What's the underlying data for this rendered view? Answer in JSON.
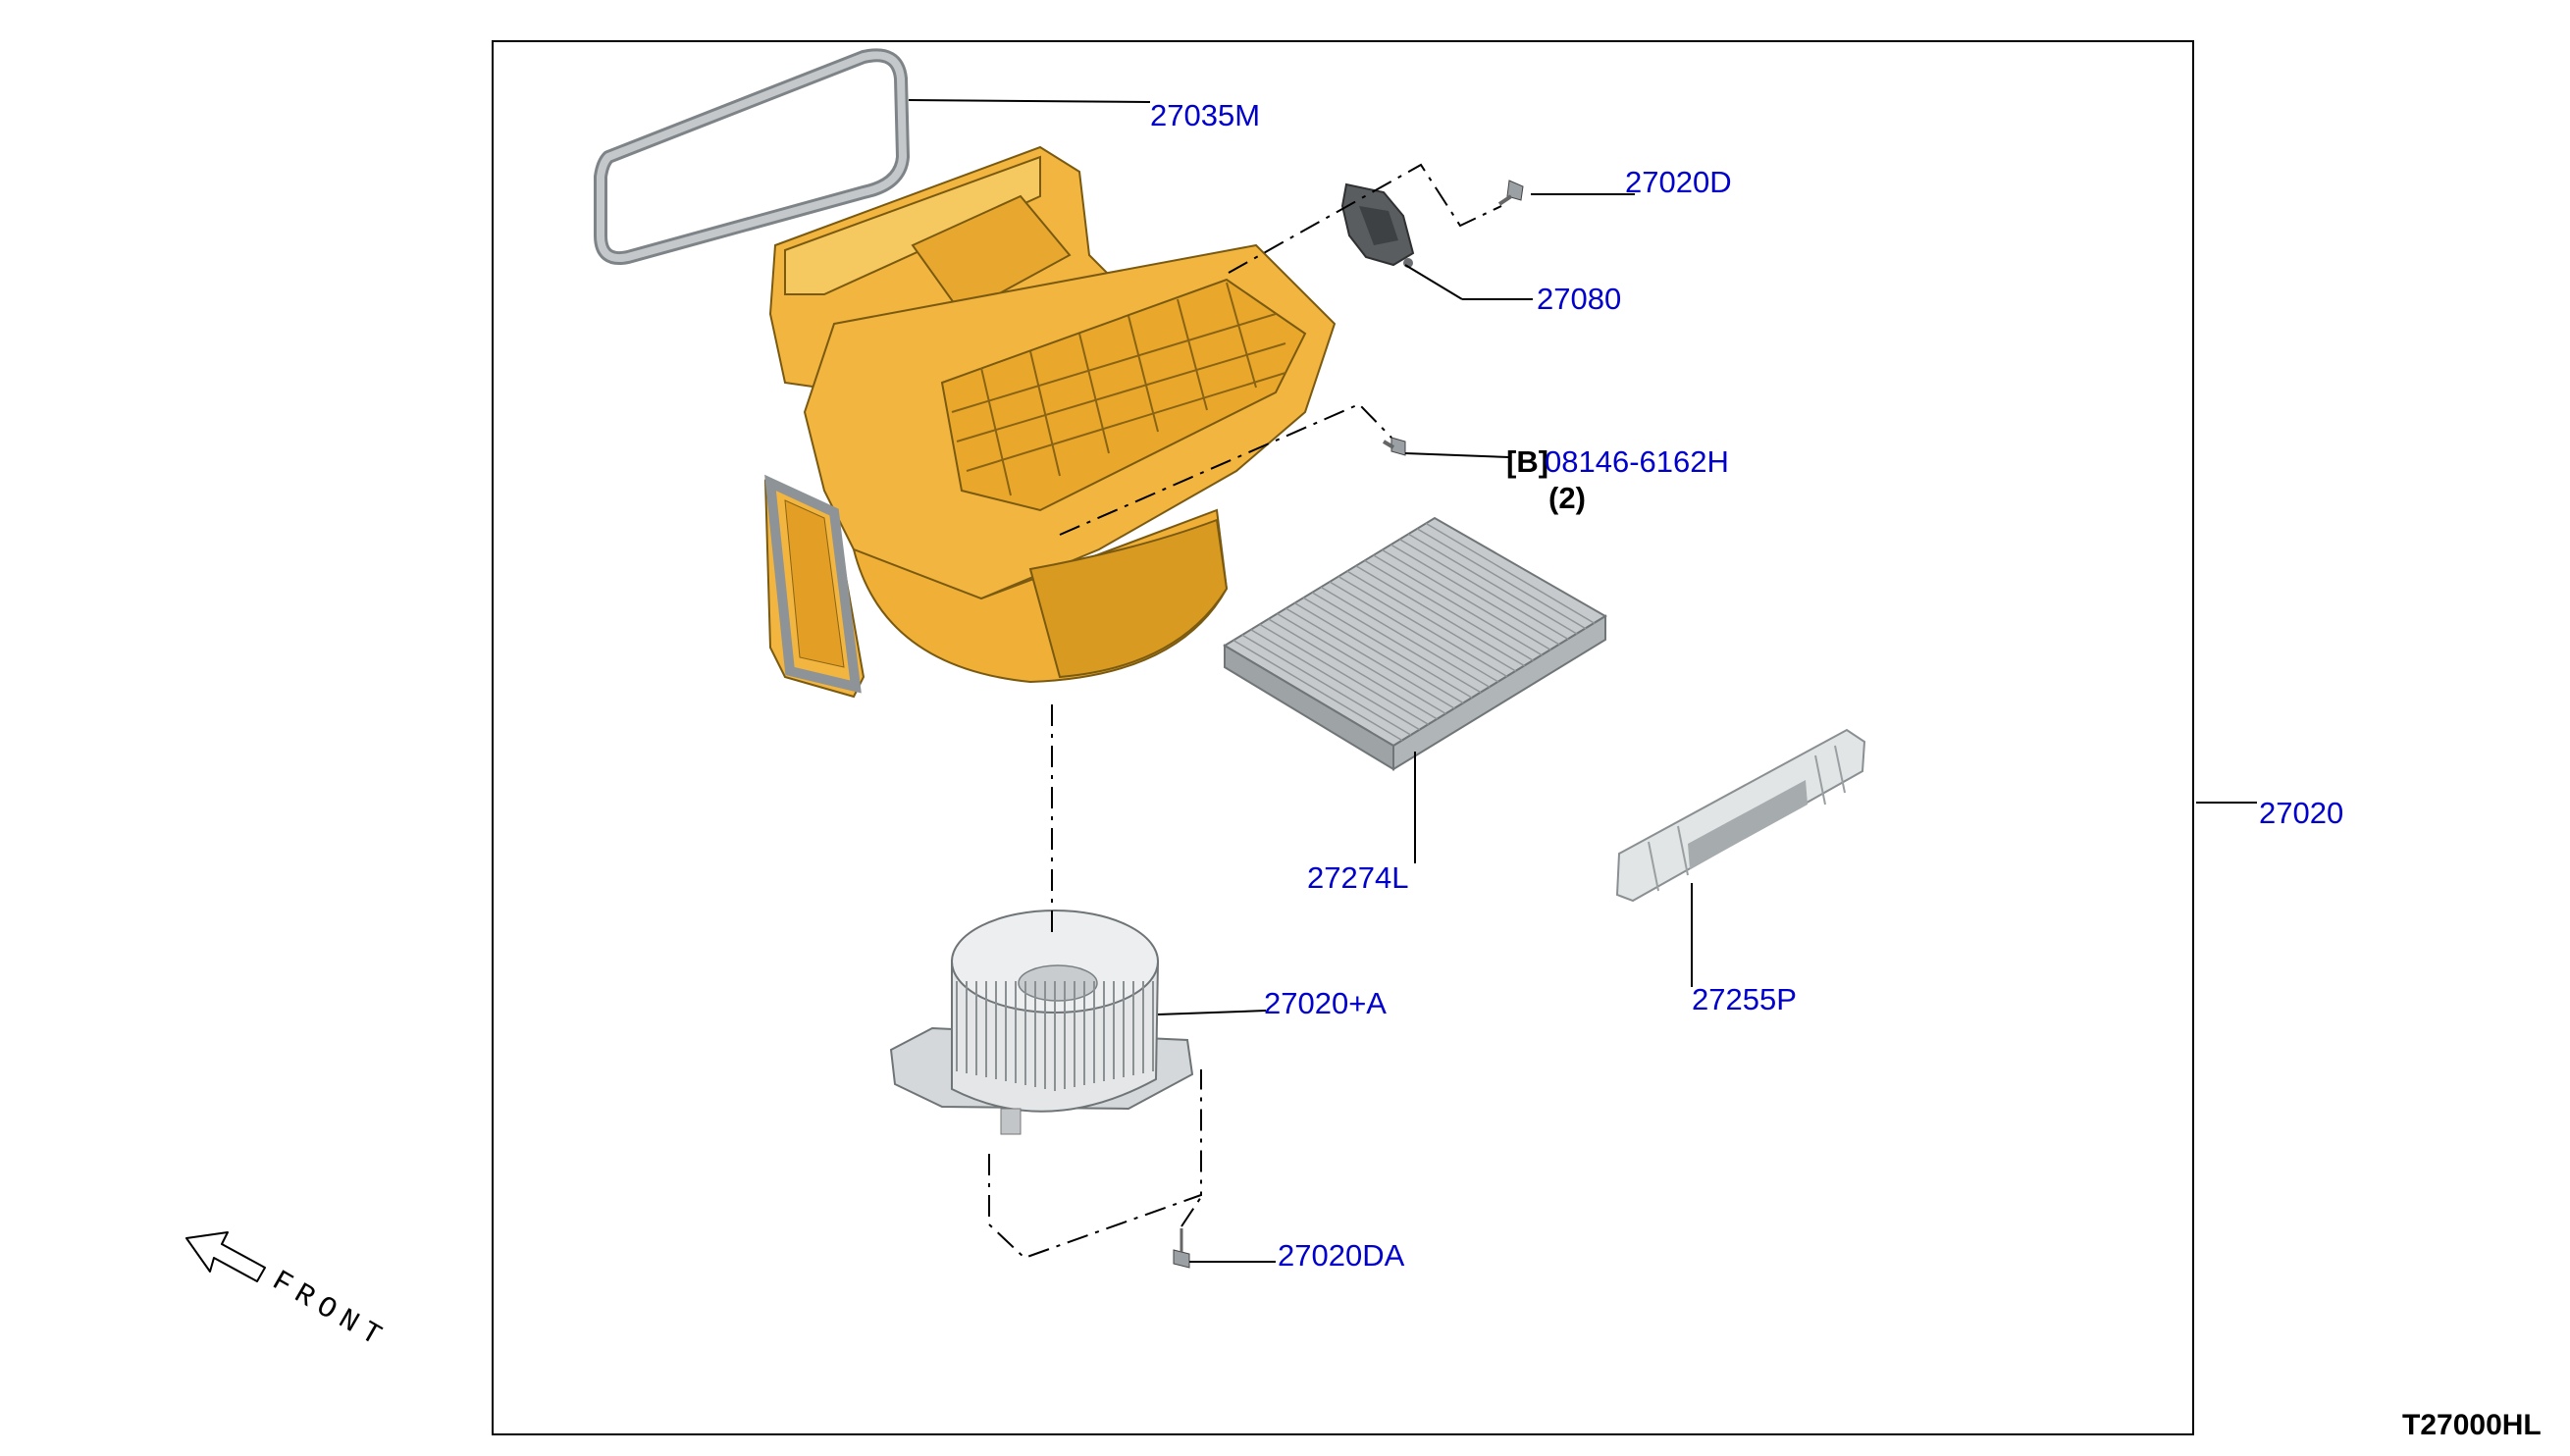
{
  "parts": {
    "gasket": "27035M",
    "screw_top": "27020D",
    "actuator": "27080",
    "bolt_b_prefix": "[B]",
    "bolt_b_code": "08146-6162H",
    "bolt_b_qty": "(2)",
    "filter": "27274L",
    "assembly": "27020",
    "blower_motor": "27020+A",
    "filter_cover": "27255P",
    "motor_screw": "27020DA"
  },
  "front_label": "FRONT",
  "diagram_code": "T27000HL",
  "colors": {
    "label_blue": "#0000cc",
    "housing": "#f2b540",
    "housing_shadow": "#d99a22",
    "filter_grey": "#b7bcbf",
    "part_grey": "#cfd3d6"
  }
}
